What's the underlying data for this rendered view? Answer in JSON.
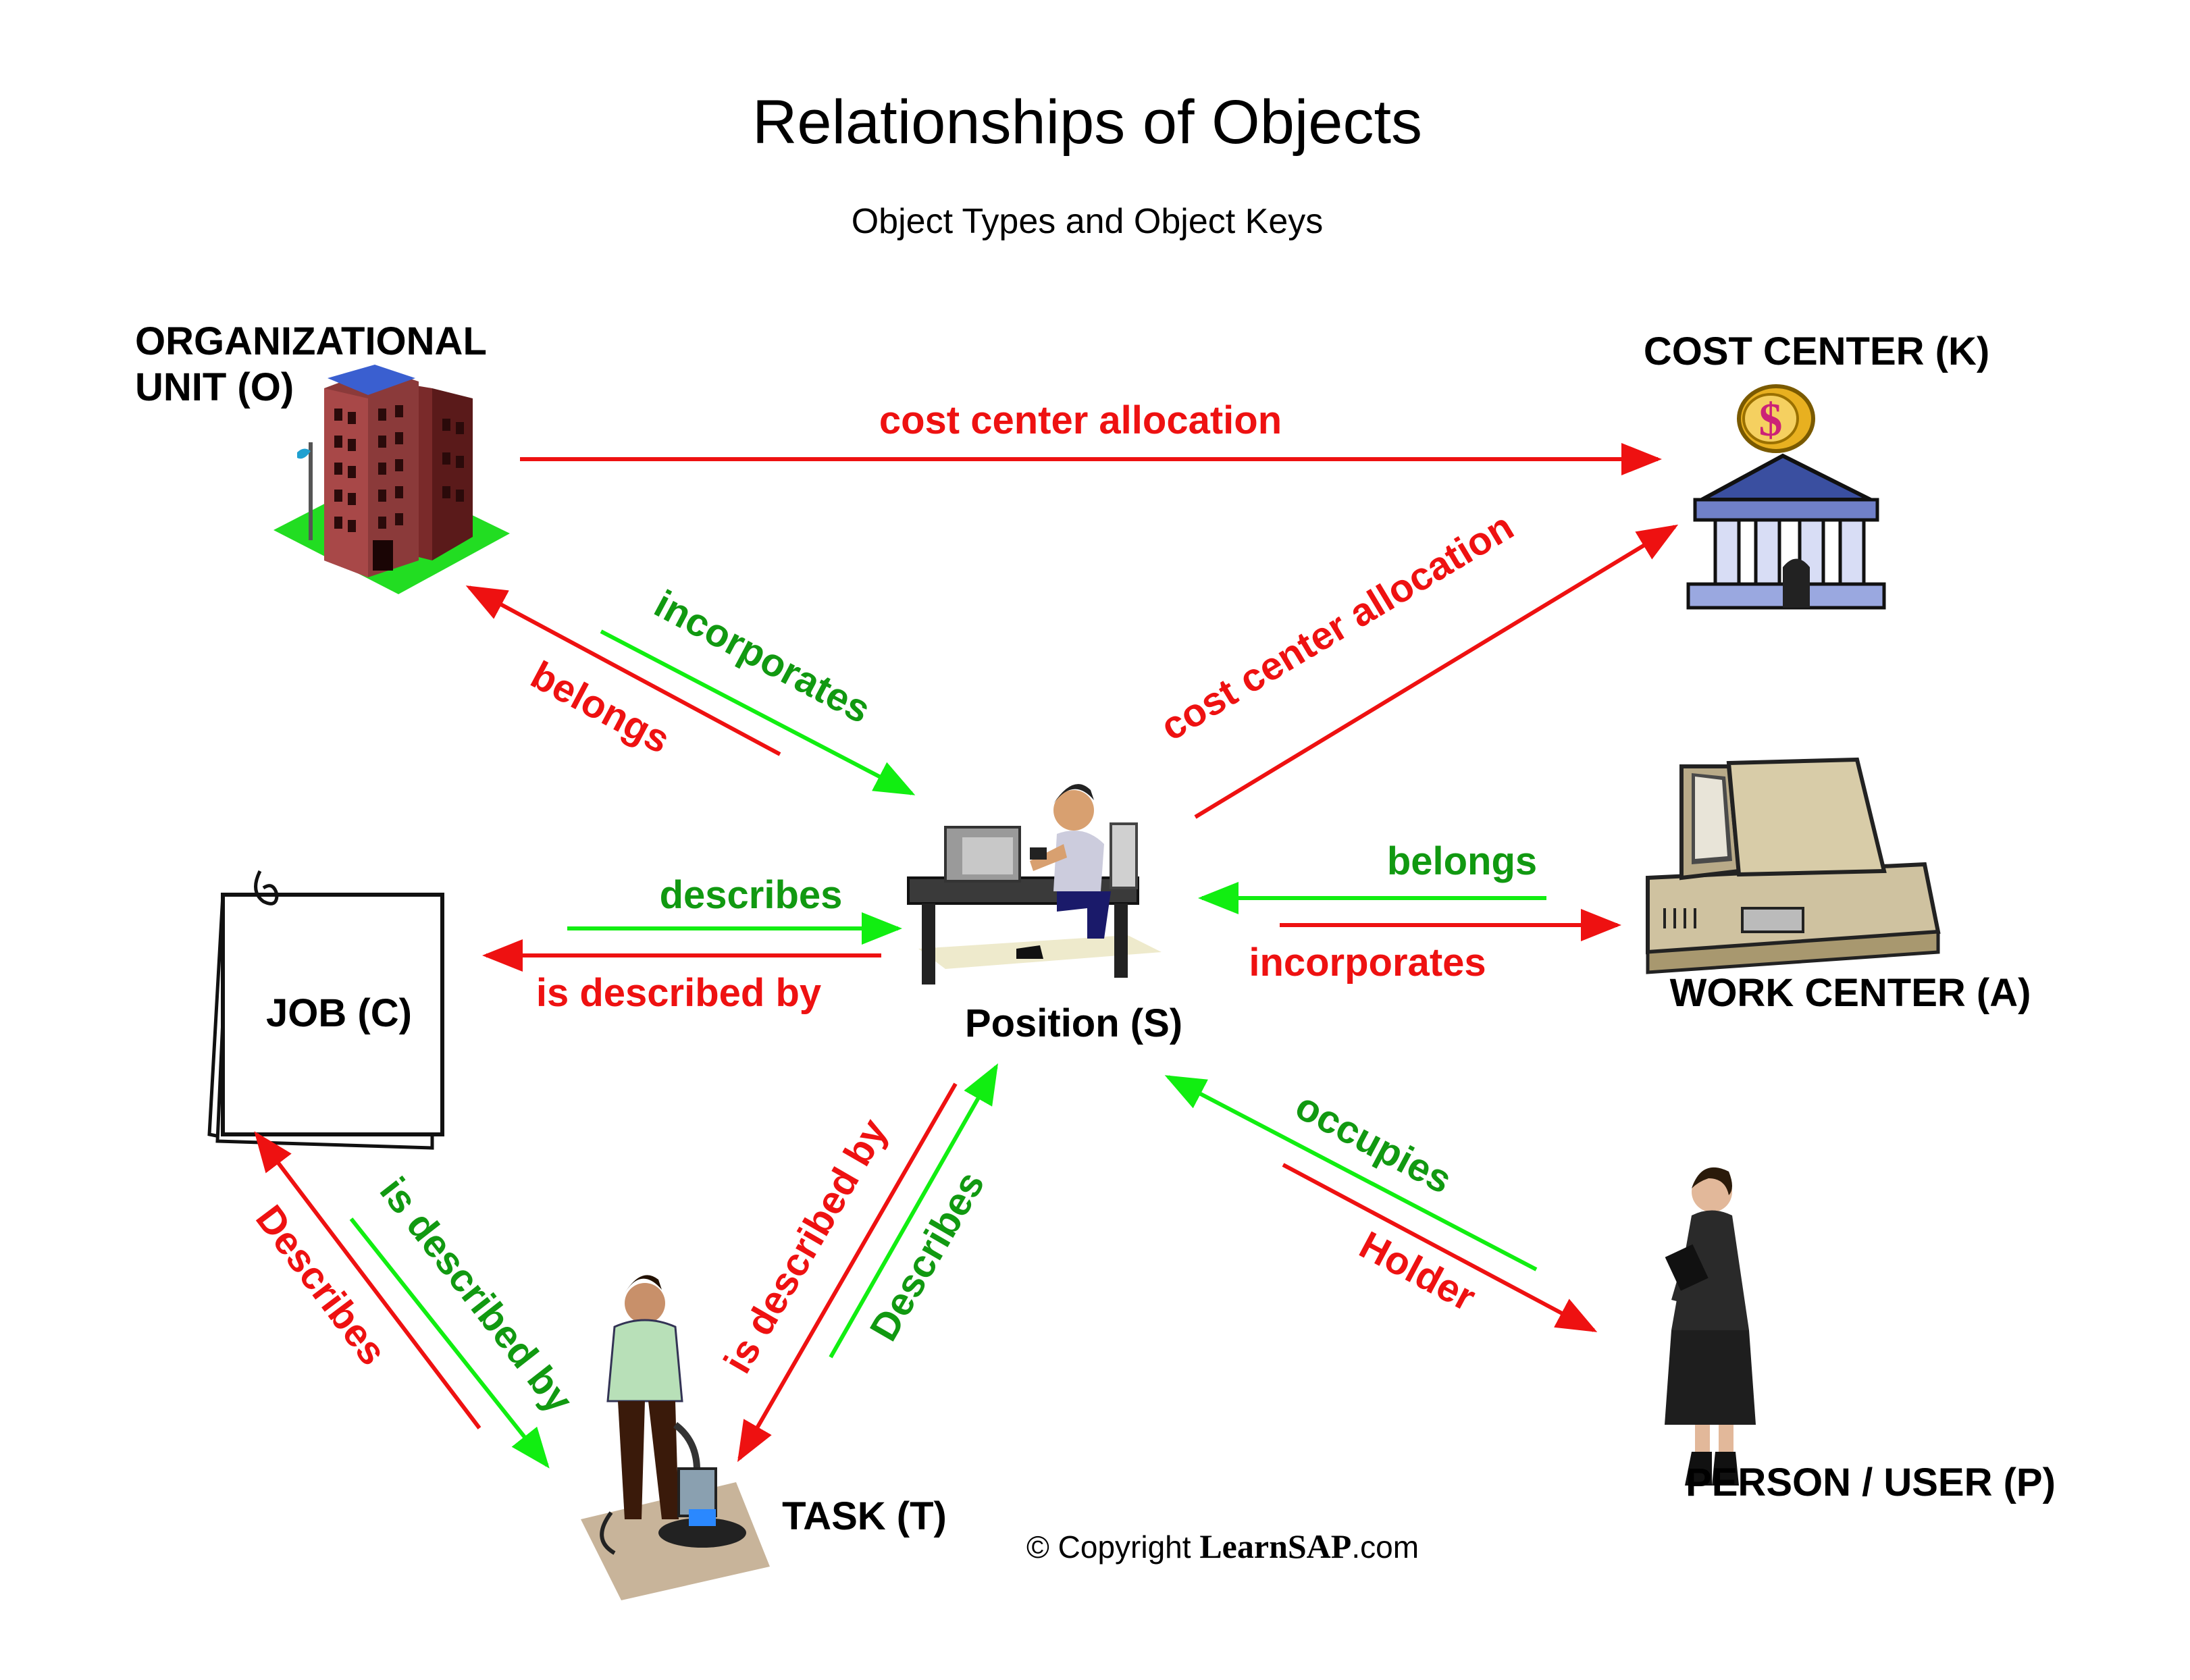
{
  "title": "Relationships of Objects",
  "subtitle": "Object Types and Object Keys",
  "colors": {
    "red": "#ee1111",
    "green": "#11ee11",
    "green_text": "#119911"
  },
  "nodes": {
    "org_unit": {
      "line1": "ORGANIZATIONAL",
      "line2": "UNIT (O)",
      "icon": "office-building-icon"
    },
    "cost_center": {
      "label": "COST CENTER (K)",
      "icon": "bank-coin-icon"
    },
    "job": {
      "label": "JOB (C)",
      "icon": "document-stack-icon"
    },
    "position": {
      "label": "Position (S)",
      "icon": "person-at-desk-icon"
    },
    "work_center": {
      "label": "WORK CENTER (A)",
      "icon": "computer-icon"
    },
    "task": {
      "label": "TASK (T)",
      "icon": "floor-polisher-icon"
    },
    "person": {
      "label": "PERSON / USER (P)",
      "icon": "businesswoman-icon"
    }
  },
  "relations": {
    "org_to_cost": "cost center allocation",
    "pos_to_cost": "cost center allocation",
    "org_incorporates": "incorporates",
    "pos_belongs_org": "belongs",
    "pos_describes": "describes",
    "pos_is_described_by": "is described by",
    "work_belongs": "belongs",
    "work_incorporates": "incorporates",
    "task_is_described_by": "is described by",
    "task_describes": "Describes",
    "job_describes": "Describes",
    "job_is_described_by": "is described by",
    "occupies": "occupies",
    "holder": "Holder"
  },
  "copyright": {
    "prefix": "© Copyright ",
    "brand": "LearnSAP",
    "suffix": ".com"
  }
}
